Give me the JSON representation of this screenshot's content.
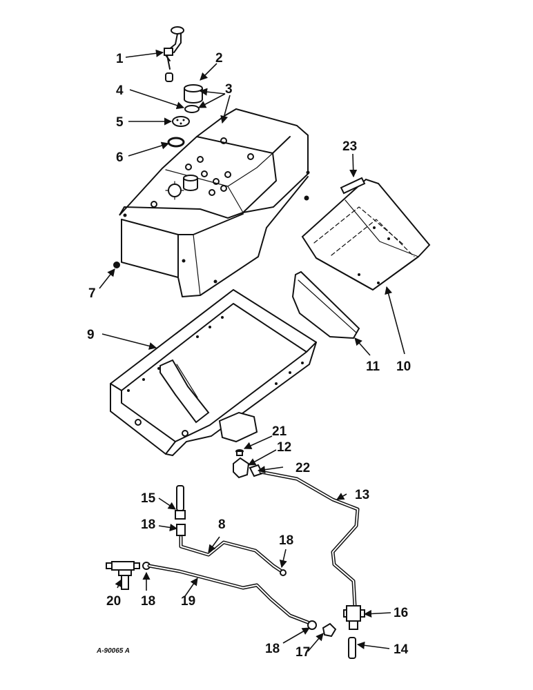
{
  "drawing_id": "A-90065 A",
  "callouts": {
    "c1": "1",
    "c2": "2",
    "c3": "3",
    "c4": "4",
    "c5": "5",
    "c6": "6",
    "c7": "7",
    "c8": "8",
    "c9": "9",
    "c10": "10",
    "c11": "11",
    "c12": "12",
    "c13": "13",
    "c14": "14",
    "c15": "15",
    "c16": "16",
    "c17": "17",
    "c18a": "18",
    "c18b": "18",
    "c18c": "18",
    "c18d": "18",
    "c19": "19",
    "c20": "20",
    "c21": "21",
    "c22": "22",
    "c23": "23"
  }
}
